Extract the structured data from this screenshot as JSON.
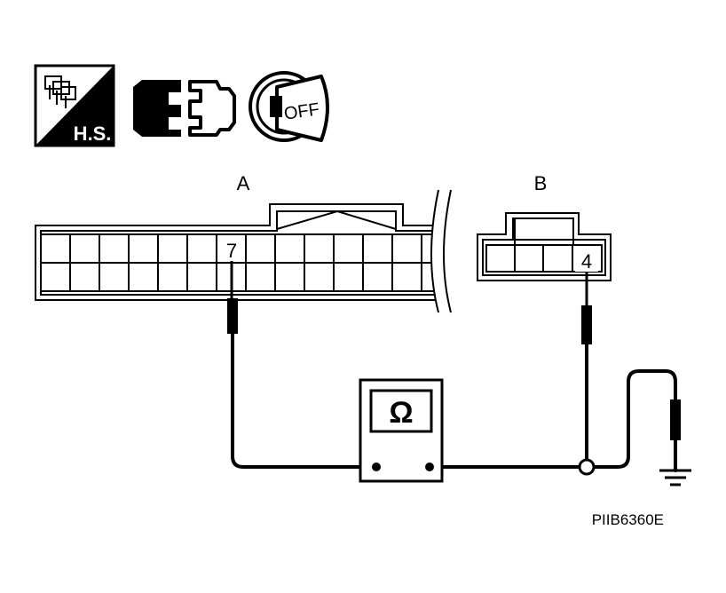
{
  "icons": {
    "harness": {
      "icon": "harness-check-icon",
      "text": "H.S."
    },
    "connector": {
      "icon": "disconnect-connector-icon"
    },
    "ignition": {
      "icon": "ignition-key-off-icon",
      "text": "OFF"
    }
  },
  "connector_a": {
    "label": "A",
    "terminal": "7"
  },
  "connector_b": {
    "label": "B",
    "terminal": "4"
  },
  "meter": {
    "symbol": "Ω",
    "icon": "ohmmeter-icon"
  },
  "ground": {
    "icon": "ground-icon"
  },
  "figure_id": "PIIB6360E",
  "colors": {
    "line": "#000000",
    "background": "#ffffff"
  }
}
